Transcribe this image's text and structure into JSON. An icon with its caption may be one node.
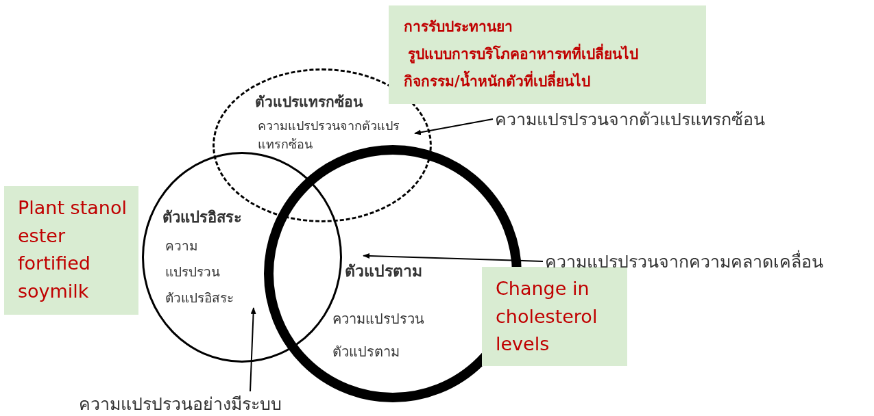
{
  "diagram": {
    "nodes": [
      {
        "text": [
          "ตัวแปรแทรกซ้อน",
          "ความแปรปรวนจากตัวแปรแทรกซ้อน"
        ]
      },
      {
        "text": [
          "ตัวแปรอิสระ",
          "ความแปรปรวนตัวแปรอิสระ"
        ]
      },
      {
        "text": [
          "ตัวแปรตาม",
          "ความแปรปรวนตัวแปรตาม"
        ]
      },
      {
        "text": [
          "การรับประทานยา",
          "รูปแบบการบริโภคอาหารทที่เปลี่ยนไป",
          "กิจกรรม/น้ำหนักตัวที่เปลี่ยนไป"
        ]
      },
      {
        "text": [
          "Plant stanol ester fortified soymilk"
        ]
      },
      {
        "text": [
          "Change in cholesterol levels"
        ]
      },
      {
        "text": [
          "ความแปรปรวนจากตัวแปรแทรกซ้อน"
        ]
      },
      {
        "text": [
          "ความแปรปรวนจากความคลาดเคลื่อน"
        ]
      },
      {
        "text": [
          "ความแปรปรวนอย่างมีระบบ"
        ]
      }
    ],
    "edges": [
      {
        "from": 6,
        "to": 0,
        "arrow": "to"
      },
      {
        "from": 7,
        "to": 2,
        "arrow": "to"
      },
      {
        "from": 8,
        "to": 1,
        "arrow": "to"
      }
    ]
  }
}
